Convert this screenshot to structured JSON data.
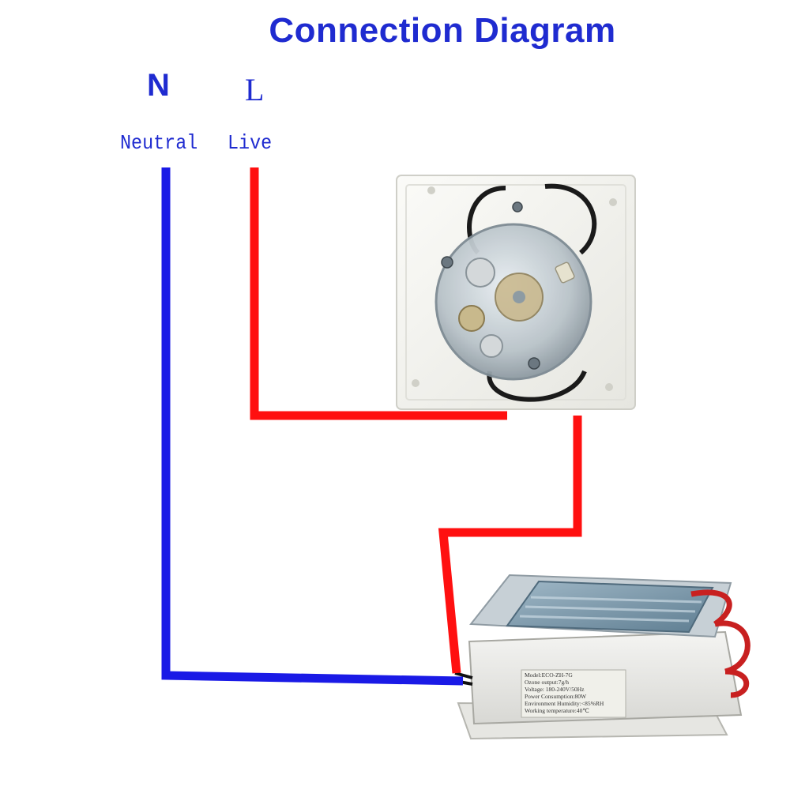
{
  "title": "Connection Diagram",
  "terminals": {
    "neutral": {
      "letter": "N",
      "label": "Neutral"
    },
    "live": {
      "letter": "L",
      "label": "Live"
    }
  },
  "ozone_generator": {
    "label_lines": [
      "Model:ECO-ZH-7G",
      "Ozone output:7g/h",
      "Voltage: 180-240V/50Hz",
      "Power Consumption:80W",
      "Environment Humidity:<85%RH",
      "Working temperature:40℃"
    ]
  },
  "colors": {
    "neutral_wire": "#1a1ae6",
    "live_wire": "#ff1010",
    "text": "#1f2bd0"
  }
}
